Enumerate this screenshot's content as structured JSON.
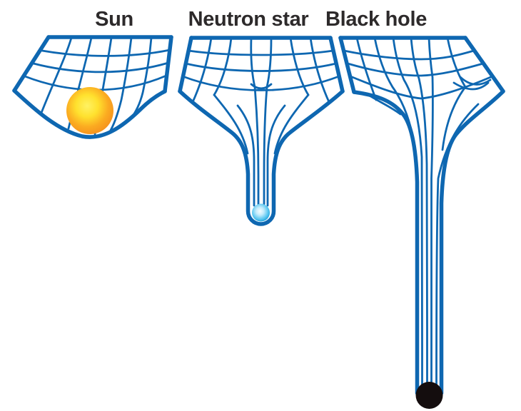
{
  "diagram": {
    "background_color": "#ffffff",
    "grid_color": "#0e67b1",
    "title_color": "#2d2a2b",
    "panels": [
      {
        "label": "Sun",
        "object_icon": "sun-sphere-icon",
        "sphere_colors": {
          "center": "#ffee55",
          "edge": "#f6921e"
        }
      },
      {
        "label": "Neutron star",
        "object_icon": "neutron-star-sphere-icon",
        "sphere_colors": {
          "center": "#f2fcff",
          "edge": "#1b9cd8"
        }
      },
      {
        "label": "Black hole",
        "object_icon": "black-hole-sphere-icon",
        "sphere_colors": {
          "center": "#140d0e",
          "edge": "#140d0e"
        }
      }
    ]
  }
}
